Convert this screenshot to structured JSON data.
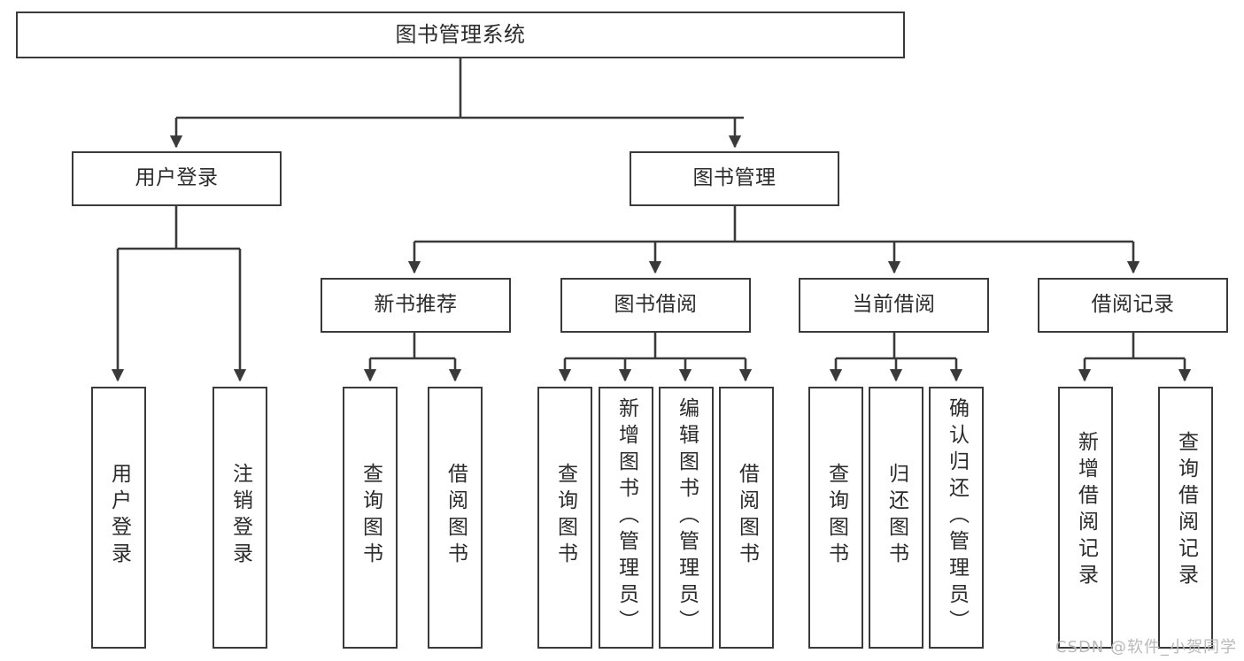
{
  "diagram": {
    "title": "图书管理系统",
    "type": "tree",
    "stroke_color": "#3a3a3a",
    "text_color": "#2b2b2b",
    "background_color": "#ffffff",
    "watermark": "CSDN @软件_小贺同学"
  },
  "nodes": {
    "root": {
      "label": "图书管理系统"
    },
    "level2": [
      {
        "id": "user-login",
        "label": "用户登录"
      },
      {
        "id": "book-management",
        "label": "图书管理"
      }
    ],
    "level3": [
      {
        "id": "new-book-recommend",
        "label": "新书推荐"
      },
      {
        "id": "book-borrow",
        "label": "图书借阅"
      },
      {
        "id": "current-borrow",
        "label": "当前借阅"
      },
      {
        "id": "borrow-record",
        "label": "借阅记录"
      }
    ],
    "leaves": {
      "user_login": [
        {
          "id": "leaf-user-login",
          "label": "用户登录"
        },
        {
          "id": "leaf-logout",
          "label": "注销登录"
        }
      ],
      "new_book_recommend": [
        {
          "id": "leaf-query-book-1",
          "label": "查询图书"
        },
        {
          "id": "leaf-borrow-book-1",
          "label": "借阅图书"
        }
      ],
      "book_borrow": [
        {
          "id": "leaf-query-book-2",
          "label": "查询图书"
        },
        {
          "id": "leaf-add-book",
          "label": "新增图书（管理员）"
        },
        {
          "id": "leaf-edit-book",
          "label": "编辑图书（管理员）"
        },
        {
          "id": "leaf-borrow-book-2",
          "label": "借阅图书"
        }
      ],
      "current_borrow": [
        {
          "id": "leaf-query-book-3",
          "label": "查询图书"
        },
        {
          "id": "leaf-return-book",
          "label": "归还图书"
        },
        {
          "id": "leaf-confirm-return",
          "label": "确认归还（管理员）"
        }
      ],
      "borrow_record": [
        {
          "id": "leaf-add-record",
          "label": "新增借阅记录"
        },
        {
          "id": "leaf-query-record",
          "label": "查询借阅记录"
        }
      ]
    }
  }
}
